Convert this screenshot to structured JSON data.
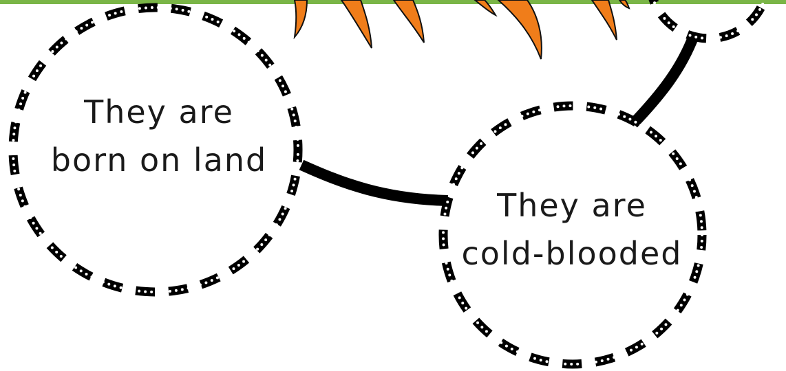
{
  "theme": {
    "accent_green": "#7ab547",
    "flame_orange": "#f07d1a",
    "ink": "#111111",
    "background": "#ffffff"
  },
  "bubbles": [
    {
      "id": "born-on-land",
      "lines": [
        "They are",
        "born on land"
      ]
    },
    {
      "id": "cold-blooded",
      "lines": [
        "They are",
        "cold-blooded"
      ]
    }
  ],
  "decor": {
    "top_art_icon": "flame-spikes-icon",
    "border_style": "dashed-dotted-circle"
  }
}
